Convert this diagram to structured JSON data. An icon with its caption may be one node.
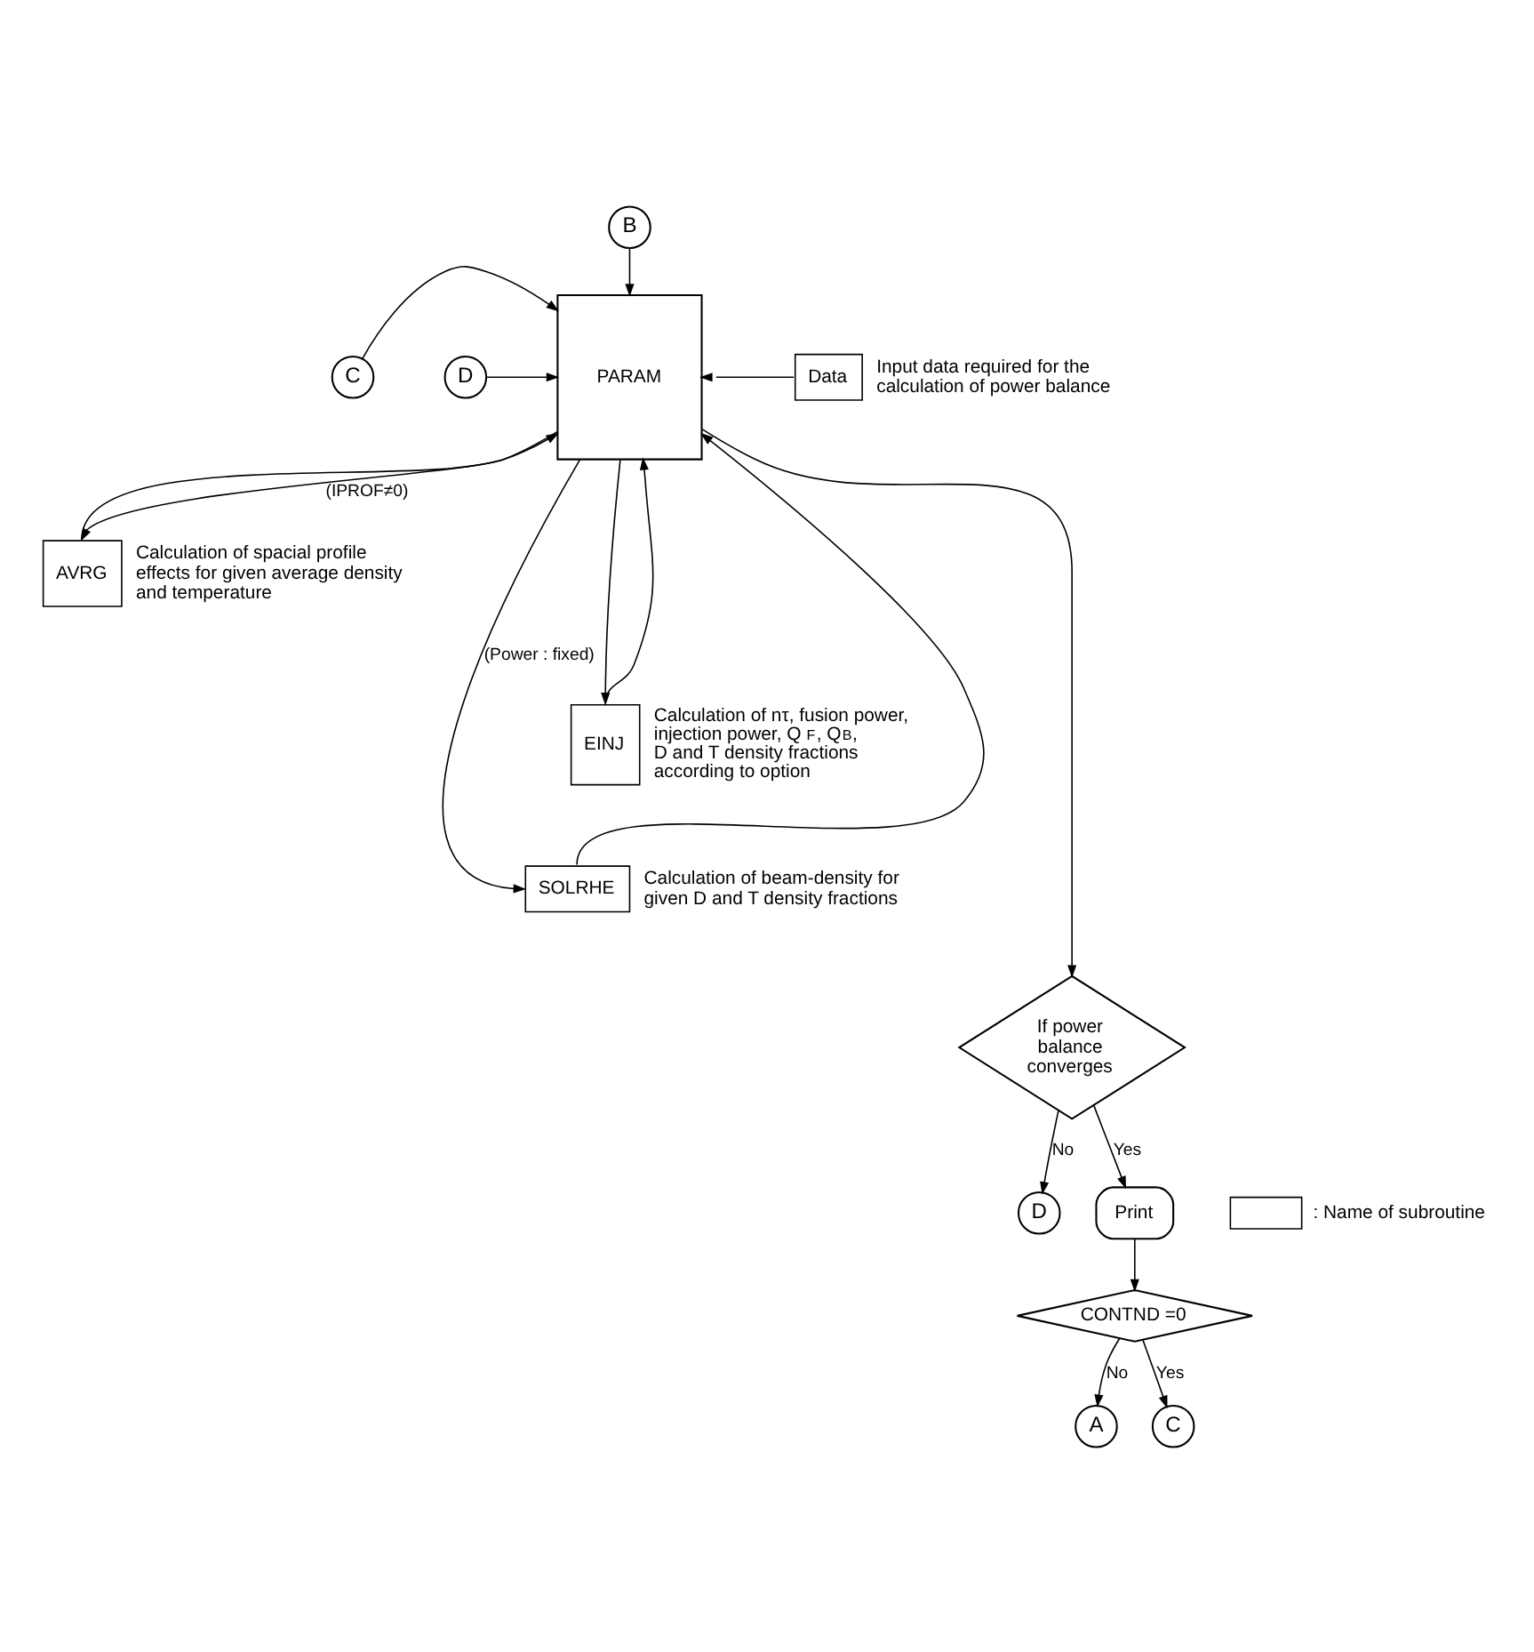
{
  "diagram": {
    "nodes": [
      {
        "text": [
          "B"
        ]
      },
      {
        "text": [
          "C"
        ]
      },
      {
        "text": [
          "PARAM"
        ]
      },
      {
        "text": [
          "Data"
        ],
        "beside": [
          "Input data required for the calculation of power balance"
        ]
      },
      {
        "text": [
          "D"
        ]
      },
      {
        "text": [
          "AVRG"
        ],
        "beside": [
          "Calculation of spacial profile effects for given average density and temperature"
        ]
      },
      {
        "text": [
          "EINJ"
        ],
        "beside": [
          "Calculation of nτ, fusion power, injection power, Q$_{F}$, Q$_{B}$, D and T density fractions according to option"
        ]
      },
      {
        "text": [
          "SOLRHE"
        ],
        "beside": [
          "Calculation of beam-density for given D and T density fractions"
        ]
      },
      {
        "text": [
          "If power balance converges"
        ]
      },
      {
        "text": [
          "D"
        ]
      },
      {
        "text": [
          "Print"
        ]
      },
      {
        "text": [
          "CONTND =0"
        ]
      },
      {
        "text": [
          "A"
        ]
      },
      {
        "text": [
          "C"
        ]
      }
    ],
    "edges": [
      {
        "from": 0,
        "to": 2,
        "arrow": "to"
      },
      {
        "from": 1,
        "to": 2,
        "arrow": "to"
      },
      {
        "from": 3,
        "to": 2,
        "arrow": "to"
      },
      {
        "from": 4,
        "to": 2,
        "arrow": "to"
      },
      {
        "from": 2,
        "to": 5,
        "arrow": "to",
        "label": "(IPROF≠0)"
      },
      {
        "from": 5,
        "to": 2,
        "arrow": "to"
      },
      {
        "from": 2,
        "to": 6,
        "arrow": "to"
      },
      {
        "from": 6,
        "to": 2,
        "arrow": "to"
      },
      {
        "from": 2,
        "to": 7,
        "arrow": "to",
        "label": "(Power : fixed)"
      },
      {
        "from": 7,
        "to": 2,
        "arrow": "to"
      },
      {
        "from": 2,
        "to": 8,
        "arrow": "to"
      },
      {
        "from": 8,
        "to": 9,
        "arrow": "to",
        "label": "No"
      },
      {
        "from": 8,
        "to": 10,
        "arrow": "to",
        "label": "Yes"
      },
      {
        "from": 10,
        "to": 11,
        "arrow": "to"
      },
      {
        "from": 11,
        "to": 12,
        "arrow": "to",
        "label": "No"
      },
      {
        "from": 11,
        "to": 13,
        "arrow": "to",
        "label": "Yes"
      }
    ],
    "legend": [
      {
        "text": ": Name of subroutine"
      }
    ]
  }
}
